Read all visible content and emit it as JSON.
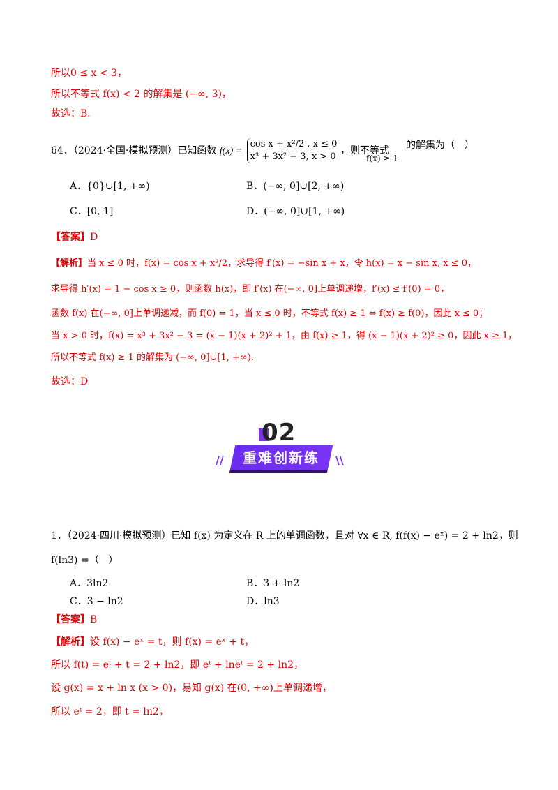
{
  "prev": {
    "line1": "所以0 ≤ x < 3，",
    "line2": "所以不等式 f(x) < 2 的解集是 (−∞, 3)，",
    "line3": "故选：B."
  },
  "q64": {
    "stem_prefix": "64．（2024·全国·模拟预测）已知函数",
    "fx": "f(x) =",
    "piece1": "cos x + x²/2 , x ≤ 0",
    "piece2": "x³ + 3x² − 3, x > 0",
    "stem_mid": "，则不等式",
    "stem_cond": "f(x) ≥ 1",
    "stem_suffix": "的解集为（　）",
    "options": [
      {
        "label": "A．",
        "text": "{0}∪[1, +∞)"
      },
      {
        "label": "B．",
        "text": "(−∞, 0]∪[2, +∞)"
      },
      {
        "label": "C．",
        "text": "[0, 1]"
      },
      {
        "label": "D．",
        "text": "(−∞, 0]∪[1, +∞)"
      }
    ],
    "answer_tag": "【答案】",
    "answer": "D",
    "analysis_tag": "【解析】",
    "a1": "当 x ≤ 0 时，f(x) = cos x + x²/2，求导得 f′(x) = −sin x + x，令 h(x) = x − sin x, x ≤ 0，",
    "a2": "求导得 h′(x) = 1 − cos x ≥ 0，则函数 h(x)，即 f′(x) 在(−∞, 0]上单调递增，f′(x) ≤ f′(0) = 0，",
    "a3": "函数 f(x) 在(−∞, 0]上单调递减，而 f(0) = 1，当 x ≤ 0 时，不等式 f(x) ≥ 1 ⇔ f(x) ≥ f(0)，因此 x ≤ 0；",
    "a4": "当 x > 0 时，f(x) = x³ + 3x² − 3 = (x − 1)(x + 2)² + 1，由 f(x) ≥ 1，得 (x − 1)(x + 2)² ≥ 0，因此 x ≥ 1，",
    "a5": "所以不等式 f(x) ≥ 1 的解集为 (−∞, 0]∪[1, +∞).",
    "a6": "故选：D"
  },
  "section": {
    "number": "02",
    "title": "重难创新练",
    "accent_color": "#7b2ff2"
  },
  "q1": {
    "stem1": "1．（2024·四川·模拟预测）已知 f(x) 为定义在 R 上的单调函数，且对 ∀x ∈ R, f(f(x) − eˣ) = 2 + ln2，则",
    "stem2": "f(ln3) =（　）",
    "options": [
      {
        "label": "A．",
        "text": "3ln2"
      },
      {
        "label": "B．",
        "text": "3 + ln2"
      },
      {
        "label": "C．",
        "text": "3 − ln2"
      },
      {
        "label": "D．",
        "text": "ln3"
      }
    ],
    "answer_tag": "【答案】",
    "answer": "B",
    "analysis_tag": "【解析】",
    "a1": "设 f(x) − eˣ = t，则 f(x) = eˣ + t，",
    "a2": "所以 f(t) = eᵗ + t = 2 + ln2，即 eᵗ + lneᵗ = 2 + ln2，",
    "a3": "设 g(x) = x + ln x (x > 0)，易知 g(x) 在(0, +∞)上单调递增，",
    "a4": "所以 eᵗ = 2，即 t = ln2，"
  }
}
